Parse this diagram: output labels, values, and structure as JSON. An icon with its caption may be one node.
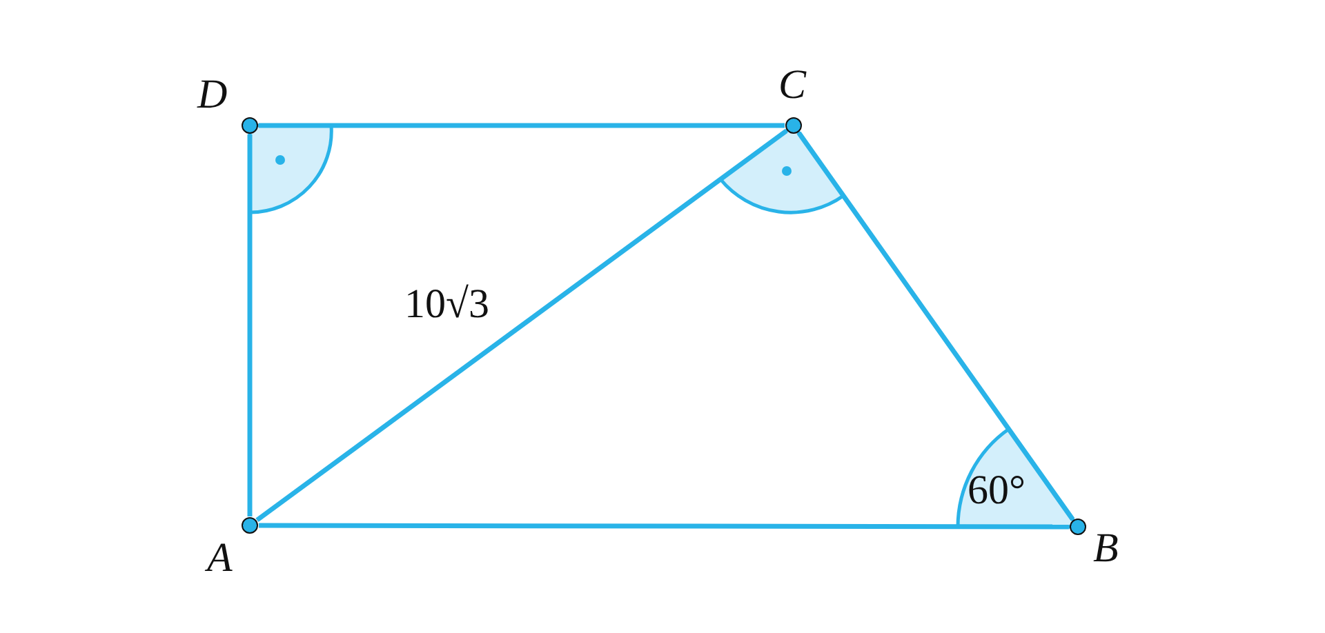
{
  "diagram": {
    "nodes": [
      {
        "text": [],
        "shape": "circle",
        "beside": [
          "D"
        ]
      },
      {
        "text": [],
        "shape": "circle",
        "beside": [
          "C"
        ]
      },
      {
        "text": [],
        "shape": "circle",
        "beside": [
          "A"
        ]
      },
      {
        "text": [],
        "shape": "circle",
        "beside": [
          "B"
        ]
      }
    ],
    "edges": [
      {
        "from": 0,
        "to": 1,
        "arrow": "none"
      },
      {
        "from": 0,
        "to": 2,
        "arrow": "none"
      },
      {
        "from": 2,
        "to": 3,
        "arrow": "none"
      },
      {
        "from": 2,
        "to": 1,
        "arrow": "none"
      },
      {
        "from": 1,
        "to": 3,
        "arrow": "none"
      }
    ],
    "labels": [
      "10√3",
      "60°"
    ]
  }
}
